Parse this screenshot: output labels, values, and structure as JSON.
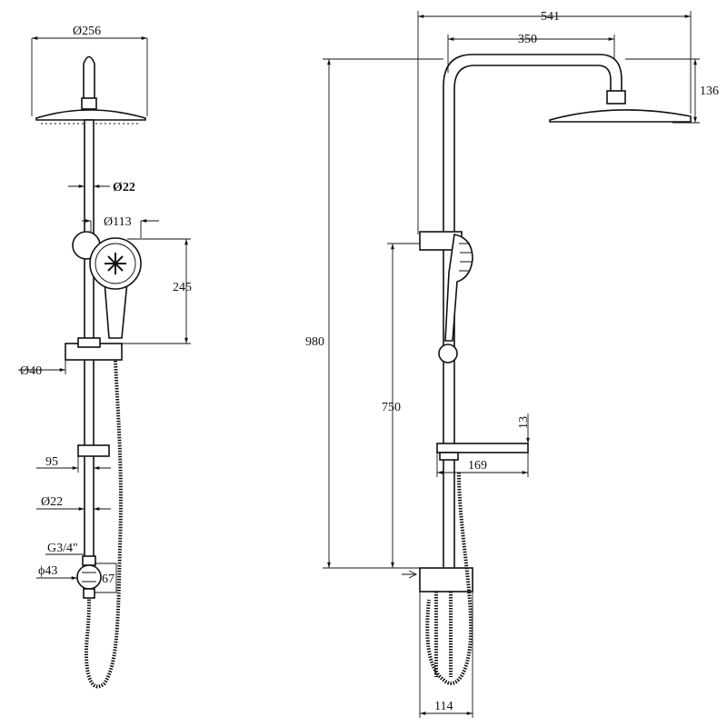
{
  "drawing": {
    "side_view": {
      "head_diameter": "Ø256",
      "rail_diameter_top": "Ø22",
      "handshower_diameter": "Ø113",
      "handshower_height": "245",
      "slider_diameter": "Ø40",
      "tray_offset": "95",
      "rail_diameter_bottom": "Ø22",
      "thread": "G3/4\"",
      "diverter_diameter": "ϕ43",
      "diverter_height": "67"
    },
    "front_view": {
      "total_width": "541",
      "arm_reach": "350",
      "head_drop": "136",
      "total_height": "980",
      "slider_height": "750",
      "tray_thickness": "13",
      "tray_depth": "169",
      "base_width": "114"
    }
  }
}
